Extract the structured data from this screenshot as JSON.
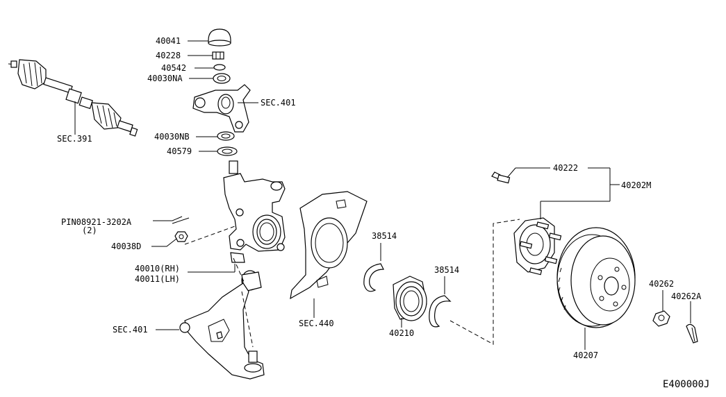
{
  "diagram_id": "E400000J",
  "callouts": {
    "p40041": "40041",
    "p40228": "40228",
    "p40542": "40542",
    "p40030NA": "40030NA",
    "sec401_top": "SEC.401",
    "sec391": "SEC.391",
    "p40030NB": "40030NB",
    "p40579": "40579",
    "pin_line1": "PIN08921-3202A",
    "pin_line2": "(2)",
    "p40038D": "40038D",
    "p40010": "40010(RH)",
    "p40011": "40011(LH)",
    "sec401_bottom": "SEC.401",
    "sec440": "SEC.440",
    "p38514_a": "38514",
    "p40210": "40210",
    "p38514_b": "38514",
    "p40222": "40222",
    "p40202M": "40202M",
    "p40207": "40207",
    "p40262": "40262",
    "p40262A": "40262A"
  },
  "icons": {
    "drive_shaft": "drive-shaft-icon",
    "strut_mount": "strut-mount-icon",
    "knuckle": "steering-knuckle-icon",
    "lower_arm": "lower-arm-icon",
    "splash_guard": "splash-guard-icon",
    "snap_ring": "snap-ring-icon",
    "wheel_bearing": "wheel-bearing-icon",
    "hub": "wheel-hub-icon",
    "rotor": "brake-rotor-icon",
    "nut": "nut-icon",
    "cotter_pin": "cotter-pin-icon"
  }
}
